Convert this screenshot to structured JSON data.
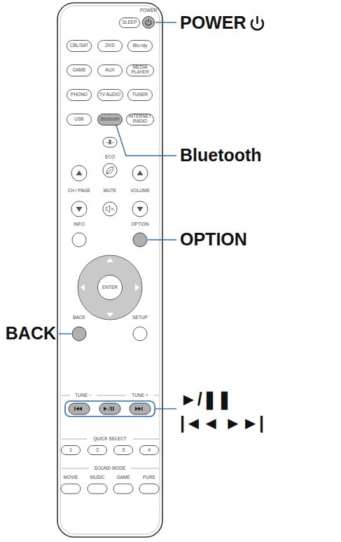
{
  "diagram": {
    "nodes": [
      {
        "text": [
          "SLEEP"
        ]
      },
      {
        "text": [
          "CBL/SAT"
        ]
      },
      {
        "text": [
          "DVD"
        ]
      },
      {
        "text": [
          "Blu-ray"
        ]
      },
      {
        "text": [
          "GAME"
        ]
      },
      {
        "text": [
          "AUX"
        ]
      },
      {
        "text": [
          "MEDIA PLAYER"
        ]
      },
      {
        "text": [
          "PHONO"
        ]
      },
      {
        "text": [
          "TV AUDIO"
        ]
      },
      {
        "text": [
          "TUNER"
        ]
      },
      {
        "text": [
          "USB"
        ]
      },
      {
        "text": [
          "Bluetooth"
        ]
      },
      {
        "text": [
          "INTERNET RADIO"
        ]
      },
      {
        "text": [
          "ENTER"
        ]
      },
      {
        "text": [
          "1"
        ]
      },
      {
        "text": [
          "2"
        ]
      },
      {
        "text": [
          "3"
        ]
      },
      {
        "text": [
          "4"
        ]
      }
    ],
    "labels": [
      "POWER",
      "ECO",
      "CH / PAGE",
      "MUTE",
      "VOLUME",
      "INFO",
      "OPTION",
      "BACK",
      "SETUP",
      "TUNE −",
      "TUNE +",
      "QUICK SELECT",
      "SOUND MODE",
      "MOVIE",
      "MUSIC",
      "GAME",
      "PURE",
      "POWER",
      "Bluetooth",
      "OPTION",
      "BACK",
      "►/❚❚",
      "|◄◄ ►►|"
    ]
  }
}
